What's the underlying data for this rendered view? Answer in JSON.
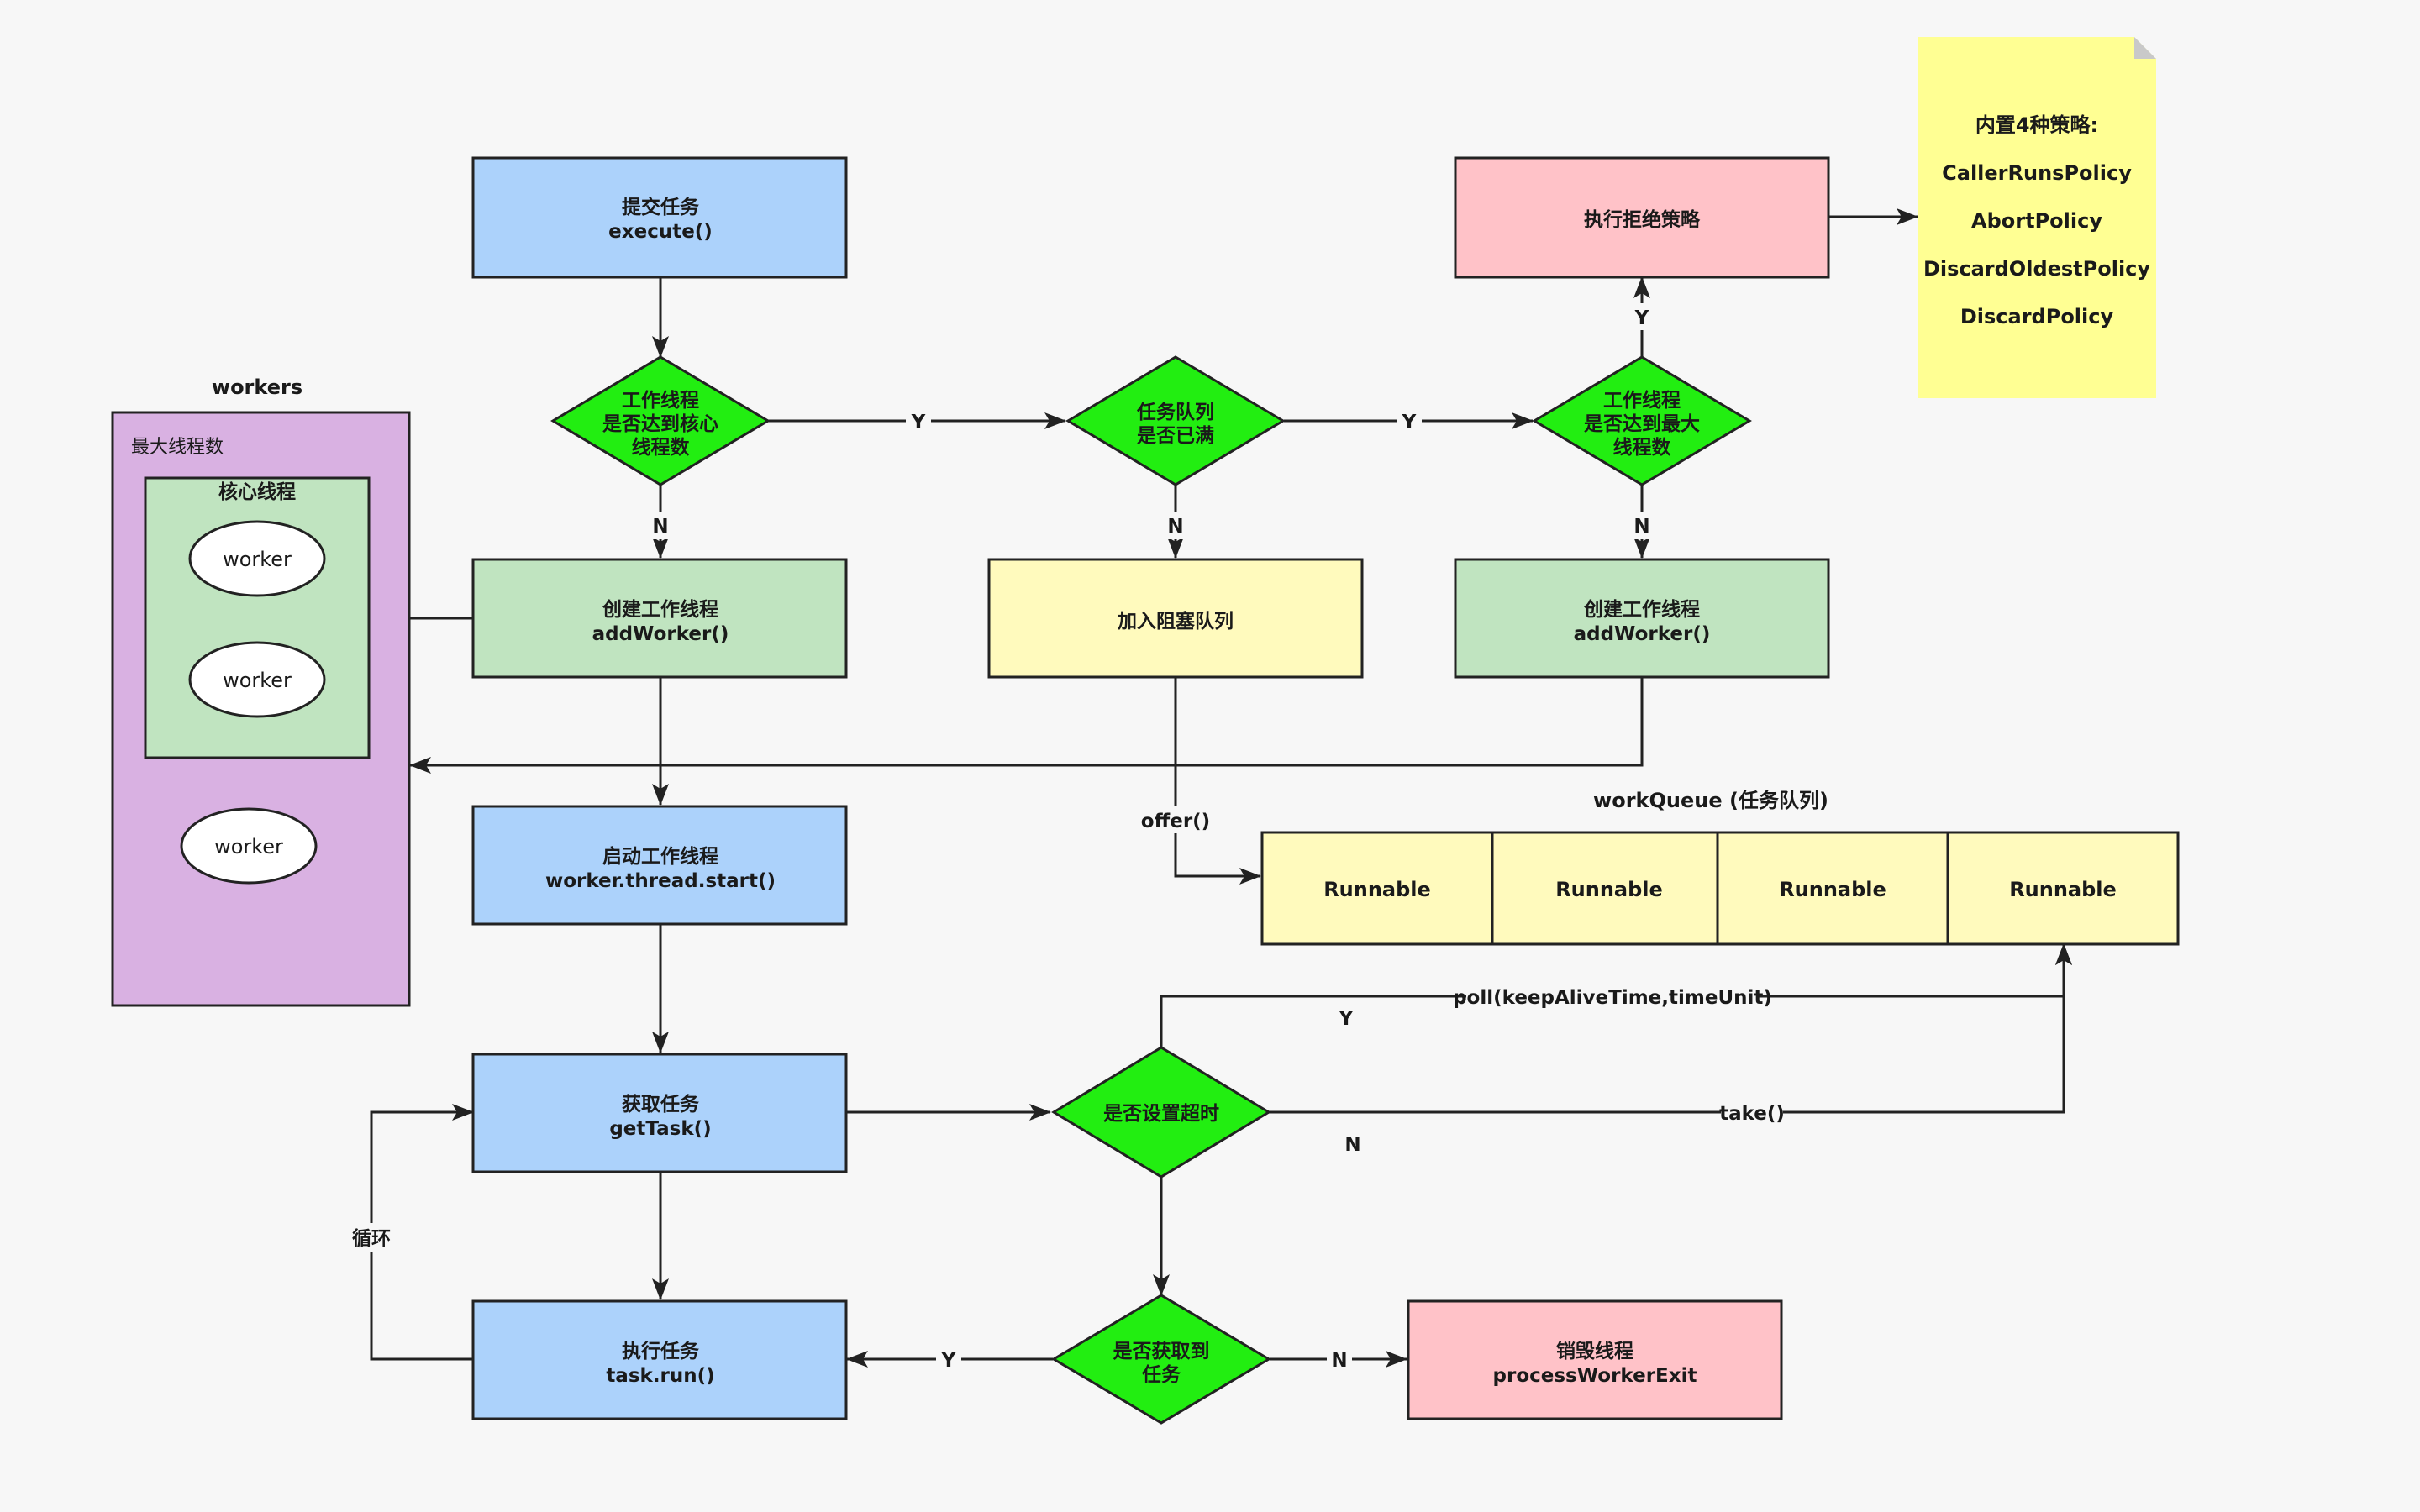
{
  "colors": {
    "background": "#f7f7f7",
    "blue": "#acd2fb",
    "green_box": "#c0e4c0",
    "green_diamond": "#22ee11",
    "yellow": "#fffabd",
    "pink": "#ffc2c8",
    "purple": "#d9b1e2",
    "note": "#ffff93",
    "line": "#222222"
  },
  "nodes": {
    "submit": {
      "line1": "提交任务",
      "line2": "execute()"
    },
    "check_core": {
      "line1": "工作线程",
      "line2": "是否达到核心",
      "line3": "线程数"
    },
    "queue_full": {
      "line1": "任务队列",
      "line2": "是否已满"
    },
    "check_max": {
      "line1": "工作线程",
      "line2": "是否达到最大",
      "line3": "线程数"
    },
    "reject": {
      "line1": "执行拒绝策略"
    },
    "create_worker_1": {
      "line1": "创建工作线程",
      "line2": "addWorker()"
    },
    "add_queue": {
      "line1": "加入阻塞队列"
    },
    "create_worker_2": {
      "line1": "创建工作线程",
      "line2": "addWorker()"
    },
    "start_worker": {
      "line1": "启动工作线程",
      "line2": "worker.thread.start()"
    },
    "get_task": {
      "line1": "获取任务",
      "line2": "getTask()"
    },
    "timeout_check": {
      "line1": "是否设置超时"
    },
    "got_task": {
      "line1": "是否获取到",
      "line2": "任务"
    },
    "run_task": {
      "line1": "执行任务",
      "line2": "task.run()"
    },
    "destroy": {
      "line1": "销毁线程",
      "line2": "processWorkerExit"
    }
  },
  "policies": {
    "title": "内置4种策略:",
    "items": [
      "CallerRunsPolicy",
      "AbortPolicy",
      "DiscardOldestPolicy",
      "DiscardPolicy"
    ]
  },
  "workers_panel": {
    "title": "workers",
    "max_label": "最大线程数",
    "core_label": "核心线程",
    "worker_label": "worker"
  },
  "work_queue": {
    "title": "workQueue (任务队列)",
    "items": [
      "Runnable",
      "Runnable",
      "Runnable",
      "Runnable"
    ]
  },
  "edge_labels": {
    "yes": "Y",
    "no": "N",
    "offer": "offer()",
    "poll": "poll(keepAliveTime,timeUnit)",
    "take": "take()",
    "loop": "循环"
  }
}
